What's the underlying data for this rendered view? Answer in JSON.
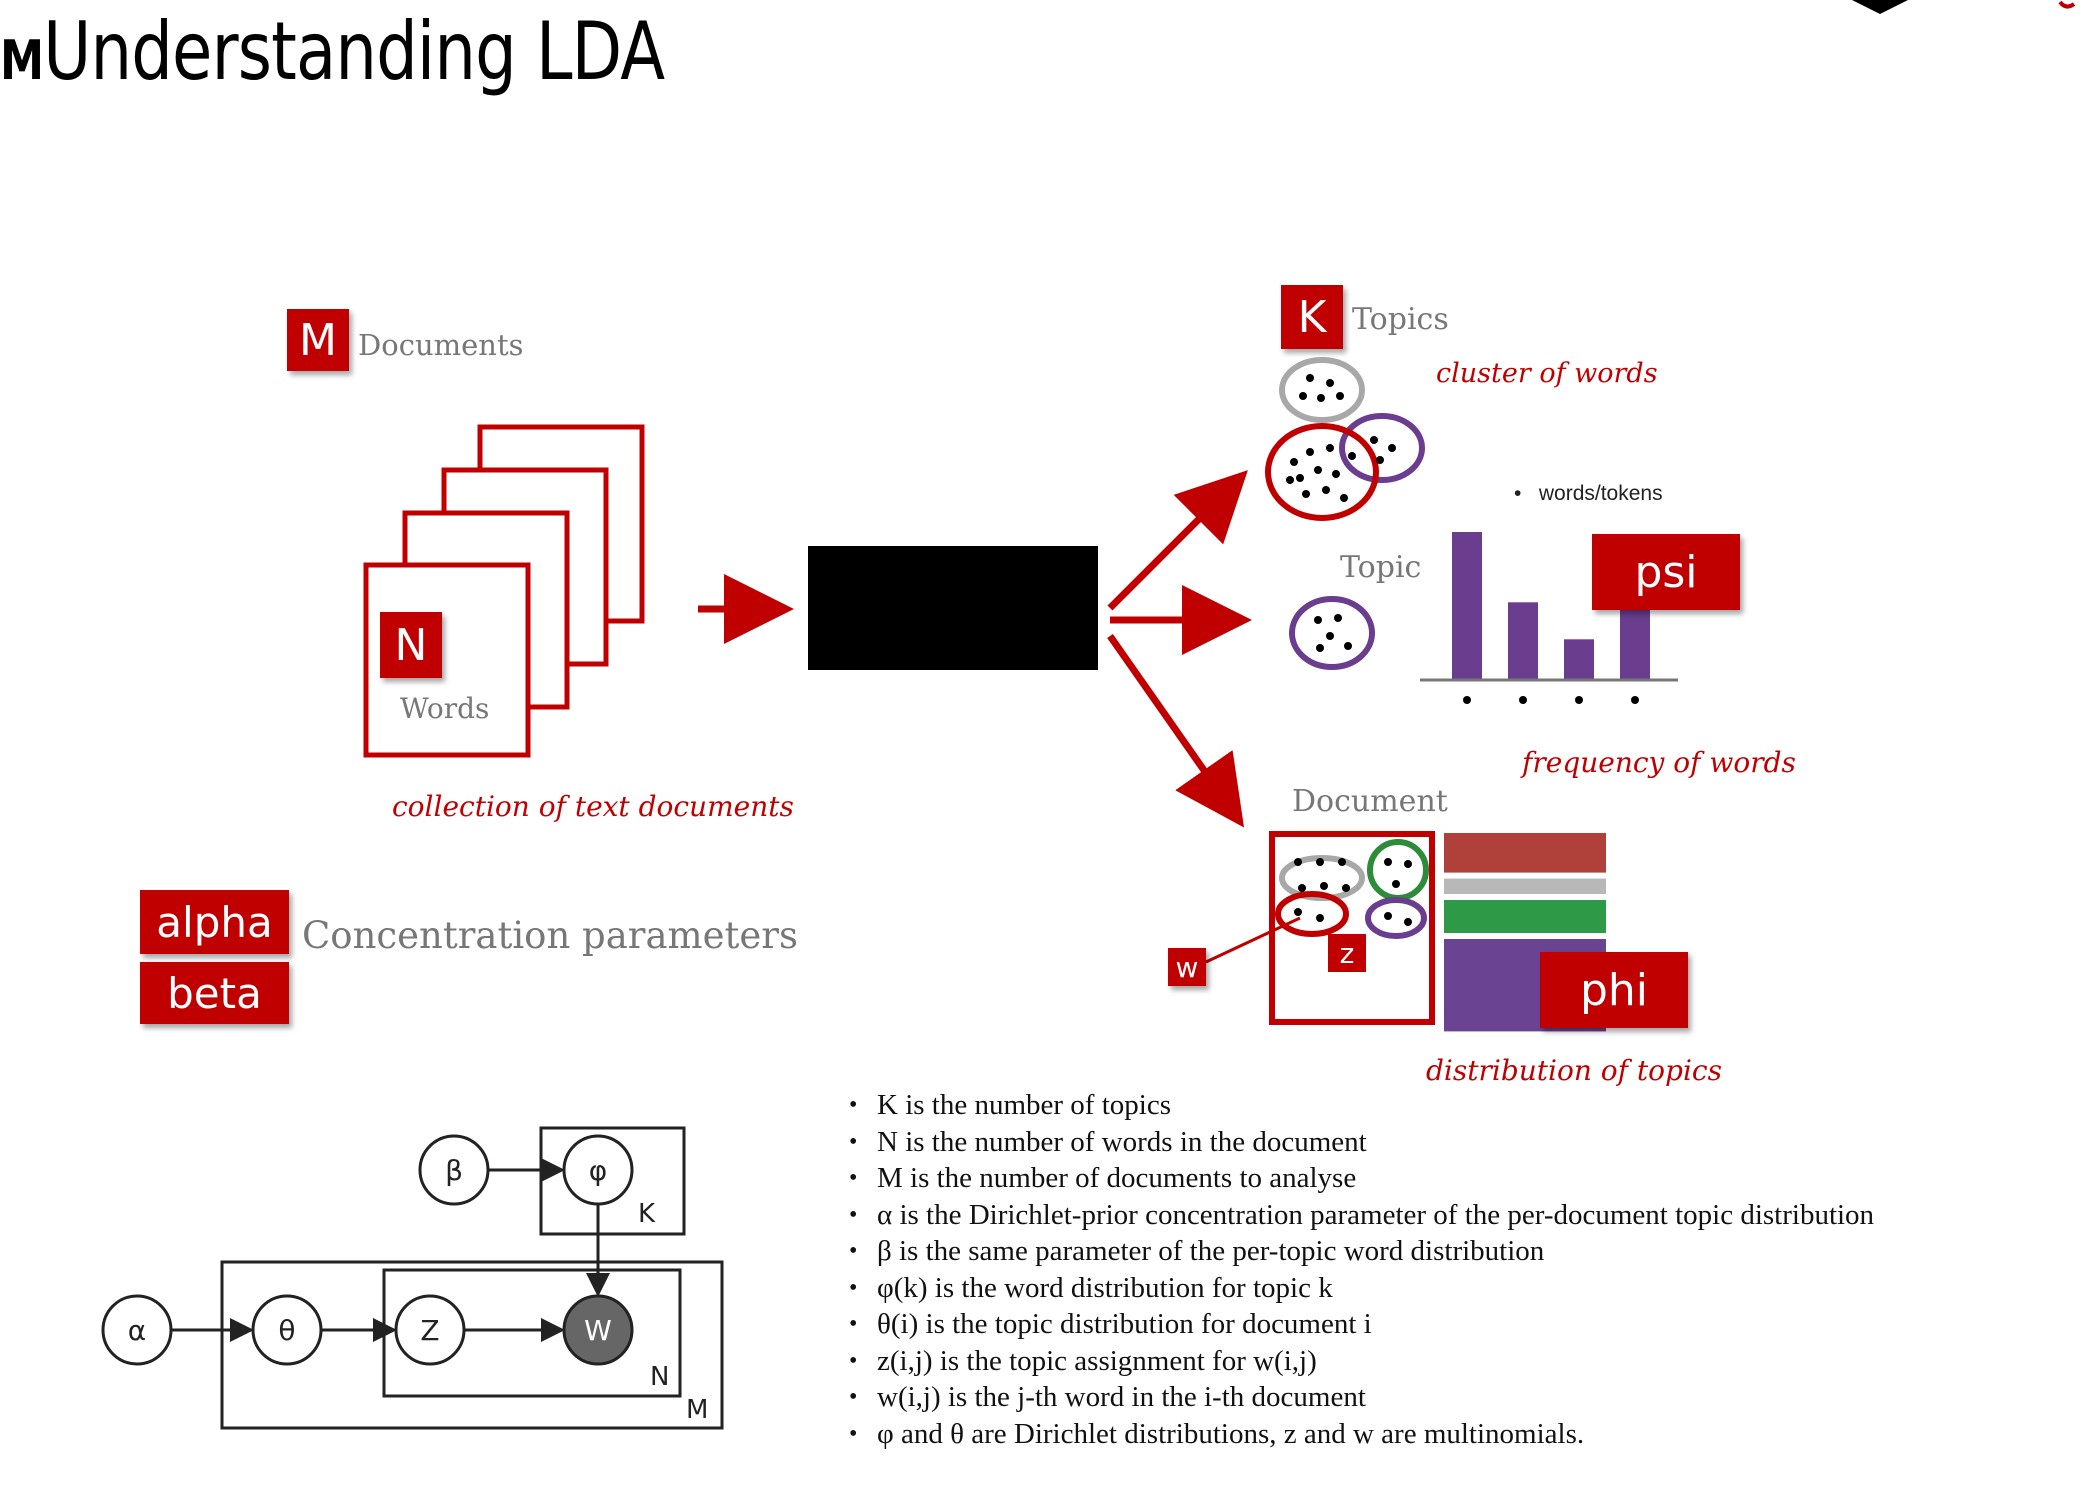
{
  "page": {
    "title": "Understanding LDA",
    "title_prefix": "M"
  },
  "boxes": {
    "M": "M",
    "N": "N",
    "K": "K",
    "psi": "psi",
    "phi": "phi",
    "alpha": "alpha",
    "beta": "beta",
    "w": "w",
    "z": "z"
  },
  "labels": {
    "documents": "Documents",
    "words": "Words",
    "topics": "Topics",
    "topic": "Topic",
    "document": "Document",
    "concentration": "Concentration parameters",
    "words_tokens": "words/tokens"
  },
  "annotations": {
    "collection": "collection of text documents",
    "cluster": "cluster of words",
    "frequency": "frequency of words",
    "distribution": "distribution of topics"
  },
  "plate_model": {
    "nodes": {
      "beta": "β",
      "phi": "φ",
      "alpha": "α",
      "theta": "θ",
      "z": "Z",
      "w": "W"
    },
    "plates": {
      "K": "K",
      "N": "N",
      "M": "M"
    }
  },
  "legend": [
    "K is the number of topics",
    "N is the number of words in the document",
    "M is the number of documents to analyse",
    "α is the Dirichlet-prior concentration parameter of the per-document topic distribution",
    "β is the same parameter of the per-topic word distribution",
    "φ(k) is the word distribution for topic k",
    "θ(i) is the topic distribution for document i",
    "z(i,j) is the topic assignment for w(i,j)",
    "w(i,j) is the j-th word in the i-th document",
    "φ and θ are Dirichlet distributions, z and w are multinomials."
  ],
  "colors": {
    "red": "#c00000",
    "purple": "#6a3d8f",
    "green": "#2e8b3a",
    "gray": "#a8a8a8",
    "black_box": "#000000"
  },
  "topic_bar_chart": {
    "type": "bar",
    "values": [
      4,
      2.1,
      1.1,
      2.5
    ]
  },
  "document_topic_bars": {
    "values": [
      0.9,
      0.35,
      0.75,
      2.1
    ]
  }
}
